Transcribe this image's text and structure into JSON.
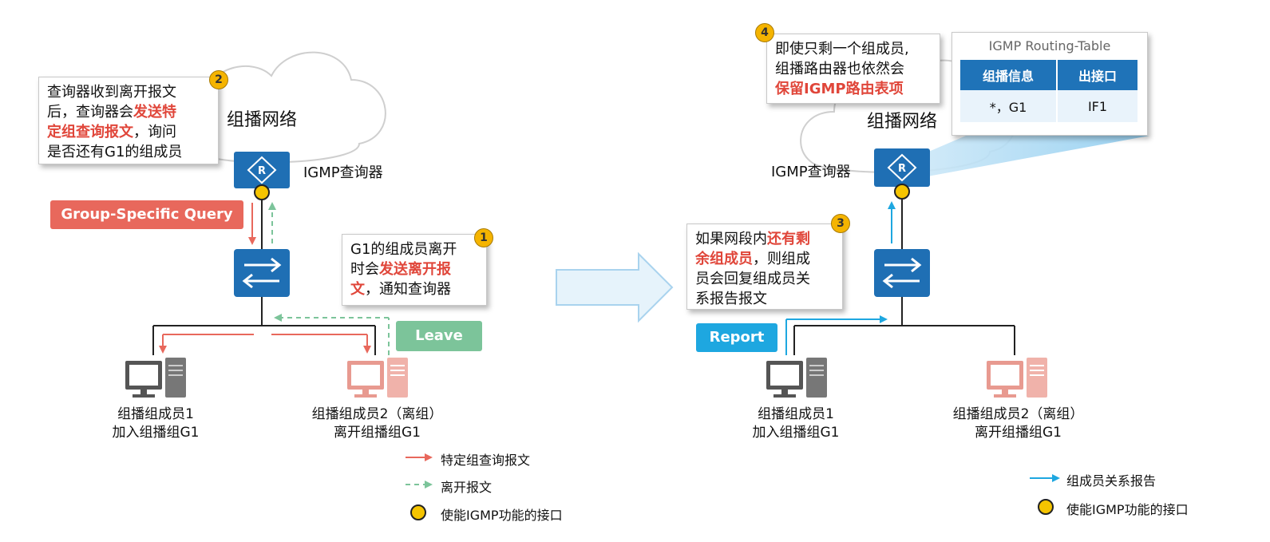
{
  "left": {
    "network_label": "组播网络",
    "querier_label": "IGMP查询器",
    "callout2": {
      "badge": "2",
      "line1": "查询器收到离开报文",
      "line2a": "后，查询器会",
      "line2b": "发送特",
      "line3a": "定组查询报文",
      "line3b": "，询问",
      "line4": "是否还有G1的组成员"
    },
    "callout1": {
      "badge": "1",
      "line1": "G1的组成员离开",
      "line2a": "时会",
      "line2b": "发送离开报",
      "line3a": "文",
      "line3b": "，通知查询器"
    },
    "gsq_tag": "Group-Specific Query",
    "leave_tag": "Leave",
    "host1": {
      "line1": "组播组成员1",
      "line2": "加入组播组G1"
    },
    "host2": {
      "line1": "组播组成员2（离组）",
      "line2": "离开组播组G1"
    }
  },
  "right": {
    "network_label": "组播网络",
    "querier_label": "IGMP查询器",
    "callout4": {
      "badge": "4",
      "line1": "即使只剩一个组成员,",
      "line2": "组播路由器也依然会",
      "line3": "保留IGMP路由表项"
    },
    "callout3": {
      "badge": "3",
      "line1a": "如果网段内",
      "line1b": "还有剩",
      "line2a": "余组成员",
      "line2b": "，则组成",
      "line3": "员会回复组成员关",
      "line4": "系报告报文"
    },
    "routing_table": {
      "title": "IGMP Routing-Table",
      "headers": [
        "组播信息",
        "出接口"
      ],
      "row": [
        "*，G1",
        "IF1"
      ]
    },
    "report_tag": "Report",
    "host1": {
      "line1": "组播组成员1",
      "line2": "加入组播组G1"
    },
    "host2": {
      "line1": "组播组成员2（离组）",
      "line2": "离开组播组G1"
    }
  },
  "legend_left": {
    "gsq": "特定组查询报文",
    "leave": "离开报文",
    "igmp_if": "使能IGMP功能的接口"
  },
  "legend_right": {
    "report": "组成员关系报告",
    "igmp_if": "使能IGMP功能的接口"
  },
  "colors": {
    "red": "#e8685c",
    "green": "#7cc49a",
    "blue": "#1ea7e0",
    "device": "#1f6fb4",
    "yellow": "#f5c400"
  }
}
